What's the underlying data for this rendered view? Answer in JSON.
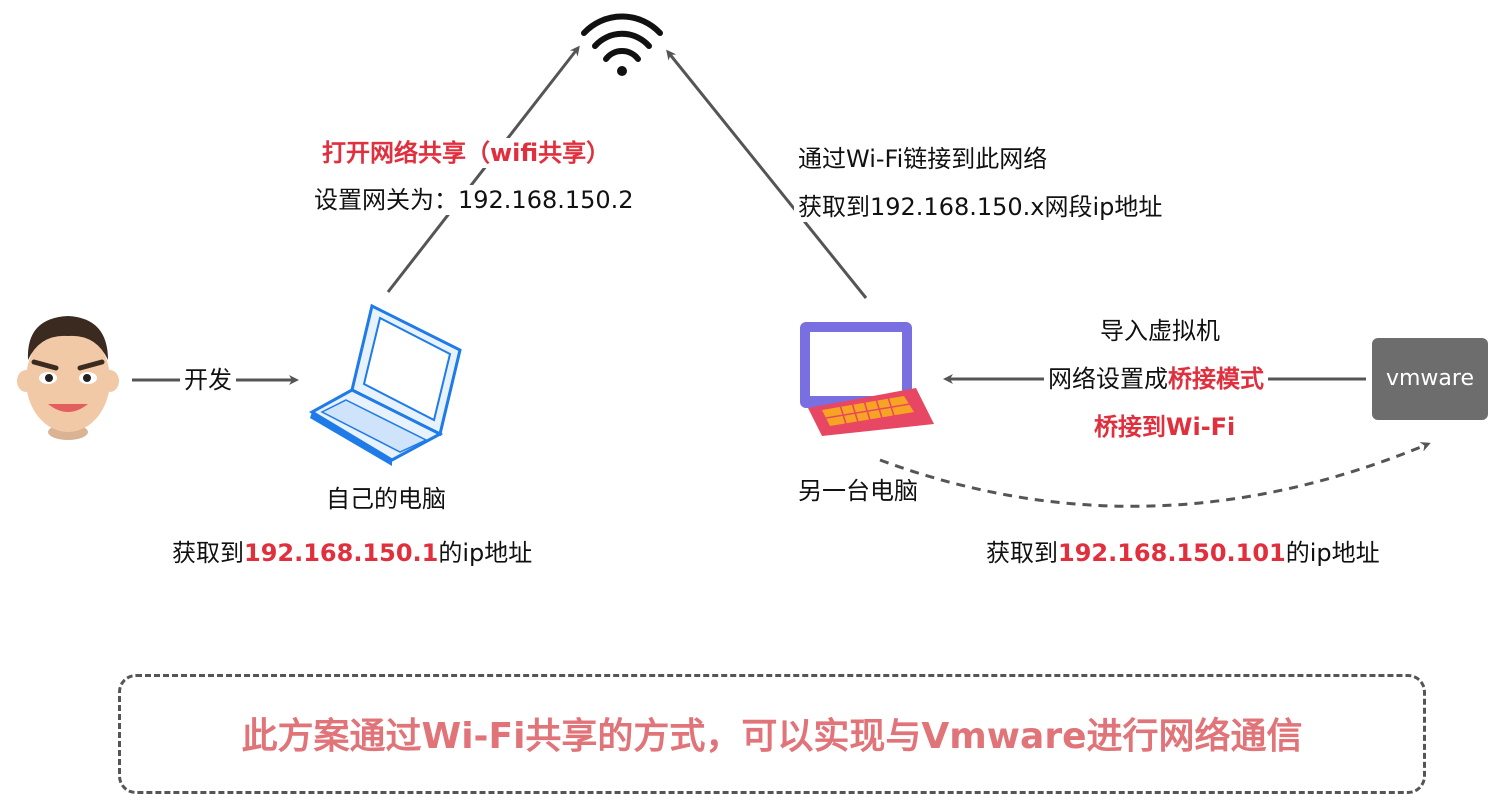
{
  "wifi": {
    "name": "wifi-icon"
  },
  "developer_action": "开发",
  "own_pc": {
    "name": "自己的电脑",
    "ip_prefix": "获取到",
    "ip": "192.168.150.1",
    "ip_suffix": "的ip地址"
  },
  "share_note": {
    "line1": "打开网络共享（wifi共享）",
    "line2": "设置网关为：192.168.150.2"
  },
  "connect_note": {
    "line1": "通过Wi-Fi链接到此网络",
    "line2": "获取到192.168.150.x网段ip地址"
  },
  "other_pc": {
    "name": "另一台电脑"
  },
  "vm_note": {
    "line1": "导入虚拟机",
    "line2_prefix": "网络设置成",
    "line2_highlight": "桥接模式",
    "line3": "桥接到Wi-Fi"
  },
  "vmware": {
    "logo_text": "vmware",
    "ip_prefix": "获取到",
    "ip": "192.168.150.101",
    "ip_suffix": "的ip地址"
  },
  "summary": "此方案通过Wi-Fi共享的方式，可以实现与Vmware进行网络通信",
  "colors": {
    "highlight_red": "#e0303e",
    "summary_pink": "#e07479",
    "arrow_gray": "#555555",
    "laptop_blue": "#1e7be8",
    "laptop_purple": "#7a6fe0"
  }
}
